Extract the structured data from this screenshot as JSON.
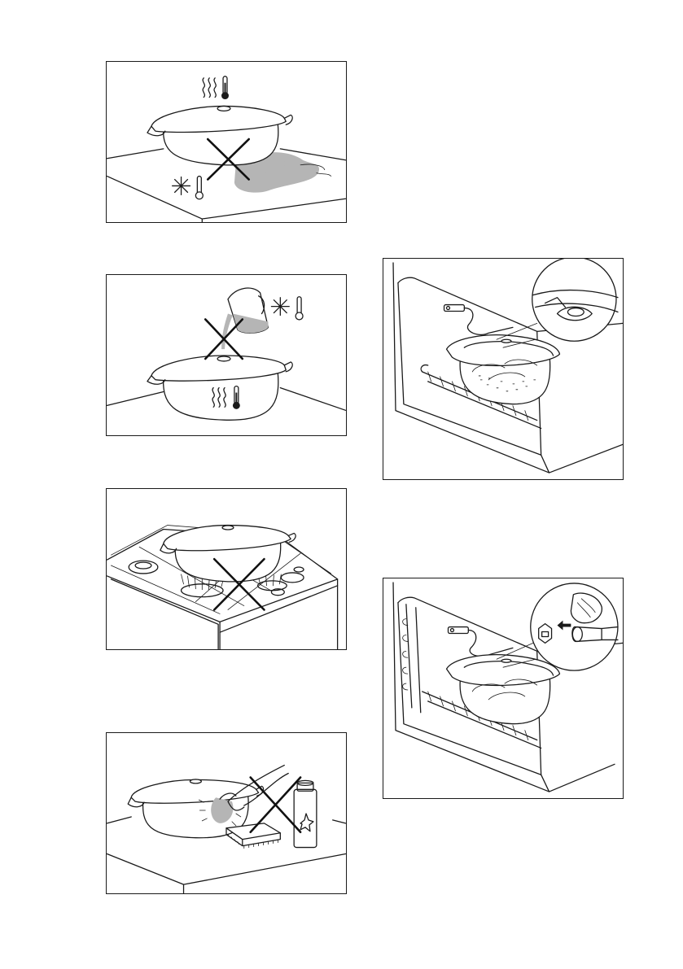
{
  "page": {
    "panels": [
      {
        "id": "p1",
        "icons": [
          "steam-icon",
          "hot-thermometer-icon",
          "snowflake-icon",
          "cold-thermometer-icon",
          "prohibited-cross-icon"
        ]
      },
      {
        "id": "p2",
        "icons": [
          "cold-water-jug-icon",
          "snowflake-icon",
          "cold-thermometer-icon",
          "steam-icon",
          "hot-thermometer-icon",
          "prohibited-cross-icon"
        ]
      },
      {
        "id": "p3",
        "icons": [
          "gas-burner-icon",
          "prohibited-cross-icon"
        ]
      },
      {
        "id": "p4",
        "icons": [
          "scouring-pad-icon",
          "spray-can-icon",
          "prohibited-cross-icon"
        ]
      },
      {
        "id": "p5",
        "icons": [
          "oven-icon",
          "steam-pipe-icon",
          "magnifier-detail-icon"
        ]
      },
      {
        "id": "p6",
        "icons": [
          "oven-icon",
          "steam-pipe-icon",
          "magnifier-detail-icon",
          "arrow-left-icon"
        ]
      }
    ],
    "colors": {
      "line": "#1a1a1a",
      "fill_gray": "#b5b5b5",
      "background": "#ffffff"
    }
  }
}
